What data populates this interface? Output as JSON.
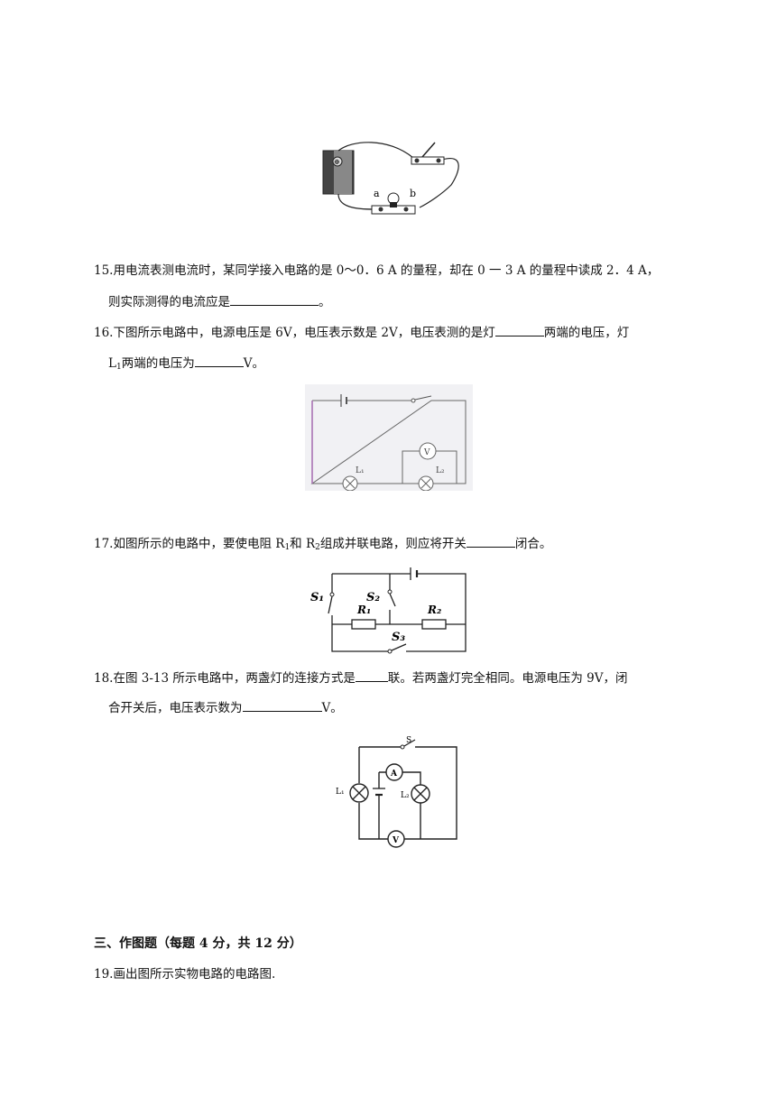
{
  "q14_figure": {
    "label_a": "a",
    "label_b": "b",
    "battery_symbol": "⊕"
  },
  "q15": {
    "line1": "15.用电流表测电流时，某同学接入电路的是 0～0．6 A 的量程，却在 0 一 3 A 的量程中读成 2．4 A，",
    "line2_prefix": "则实际测得的电流应是",
    "line2_suffix": "。"
  },
  "q16": {
    "line1_prefix": "16.下图所示电路中，电源电压是 6V，电压表示数是 2V，电压表测的是灯",
    "line1_suffix": "两端的电压，灯",
    "line2_prefix": "L",
    "line2_sub": "1",
    "line2_mid": "两端的电压为",
    "line2_suffix": "V。",
    "fig_L1": "L₁",
    "fig_L2": "L₂",
    "fig_V": "V"
  },
  "q17": {
    "text_a": "17.如图所示的电路中，要使电阻 R",
    "sub1": "1",
    "text_b": "和 R",
    "sub2": "2",
    "text_c": "组成并联电路，则应将开关",
    "text_d": "闭合。",
    "fig_S1": "S₁",
    "fig_S2": "S₂",
    "fig_S3": "S₃",
    "fig_R1": "R₁",
    "fig_R2": "R₂"
  },
  "q18": {
    "line1_prefix": "18.在图 3-13 所示电路中，两盏灯的连接方式是",
    "line1_suffix": "联。若两盏灯完全相同。电源电压为 9V，闭",
    "line2_prefix": "合开关后，电压表示数为",
    "line2_suffix": "V。",
    "fig_S": "S",
    "fig_A": "A",
    "fig_V": "V",
    "fig_L1": "L₁",
    "fig_L2": "L₂"
  },
  "section3": {
    "title": "三、作图题（每题 4 分，共 12 分）"
  },
  "q19": {
    "text": "19.画出图所示实物电路的电路图."
  }
}
